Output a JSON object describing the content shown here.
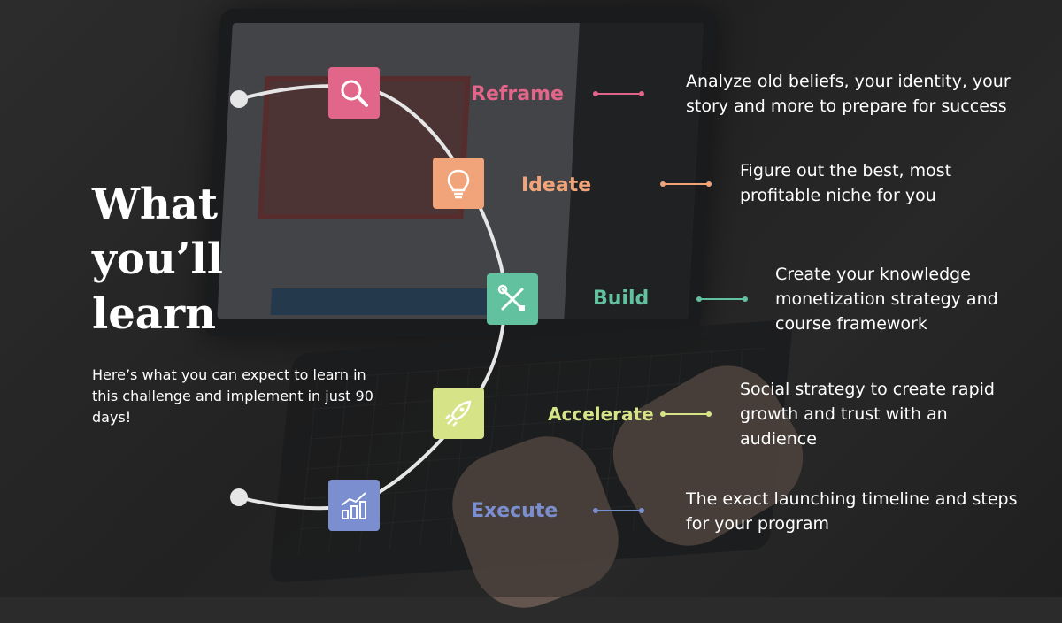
{
  "title": "What you’ll learn",
  "intro": "Here’s what you can expect to learn in this challenge and implement in just 90 days!",
  "colors": {
    "reframe": "#e2658a",
    "ideate": "#f1a37a",
    "build": "#62c2a0",
    "accelerate": "#d6e487",
    "execute": "#7b8fd0",
    "arc": "#e6e6e6"
  },
  "steps": [
    {
      "label": "Reframe",
      "icon": "search-icon",
      "description": "Analyze old beliefs, your identity, your story and more to prepare for success"
    },
    {
      "label": "Ideate",
      "icon": "lightbulb-icon",
      "description": "Figure out the best, most profitable niche for you"
    },
    {
      "label": "Build",
      "icon": "tools-icon",
      "description": "Create your knowledge monetization strategy and course framework"
    },
    {
      "label": "Accelerate",
      "icon": "rocket-icon",
      "description": "Social strategy to create rapid growth and trust with an audience"
    },
    {
      "label": "Execute",
      "icon": "bar-chart-icon",
      "description": "The exact launching timeline and steps for your program"
    }
  ]
}
